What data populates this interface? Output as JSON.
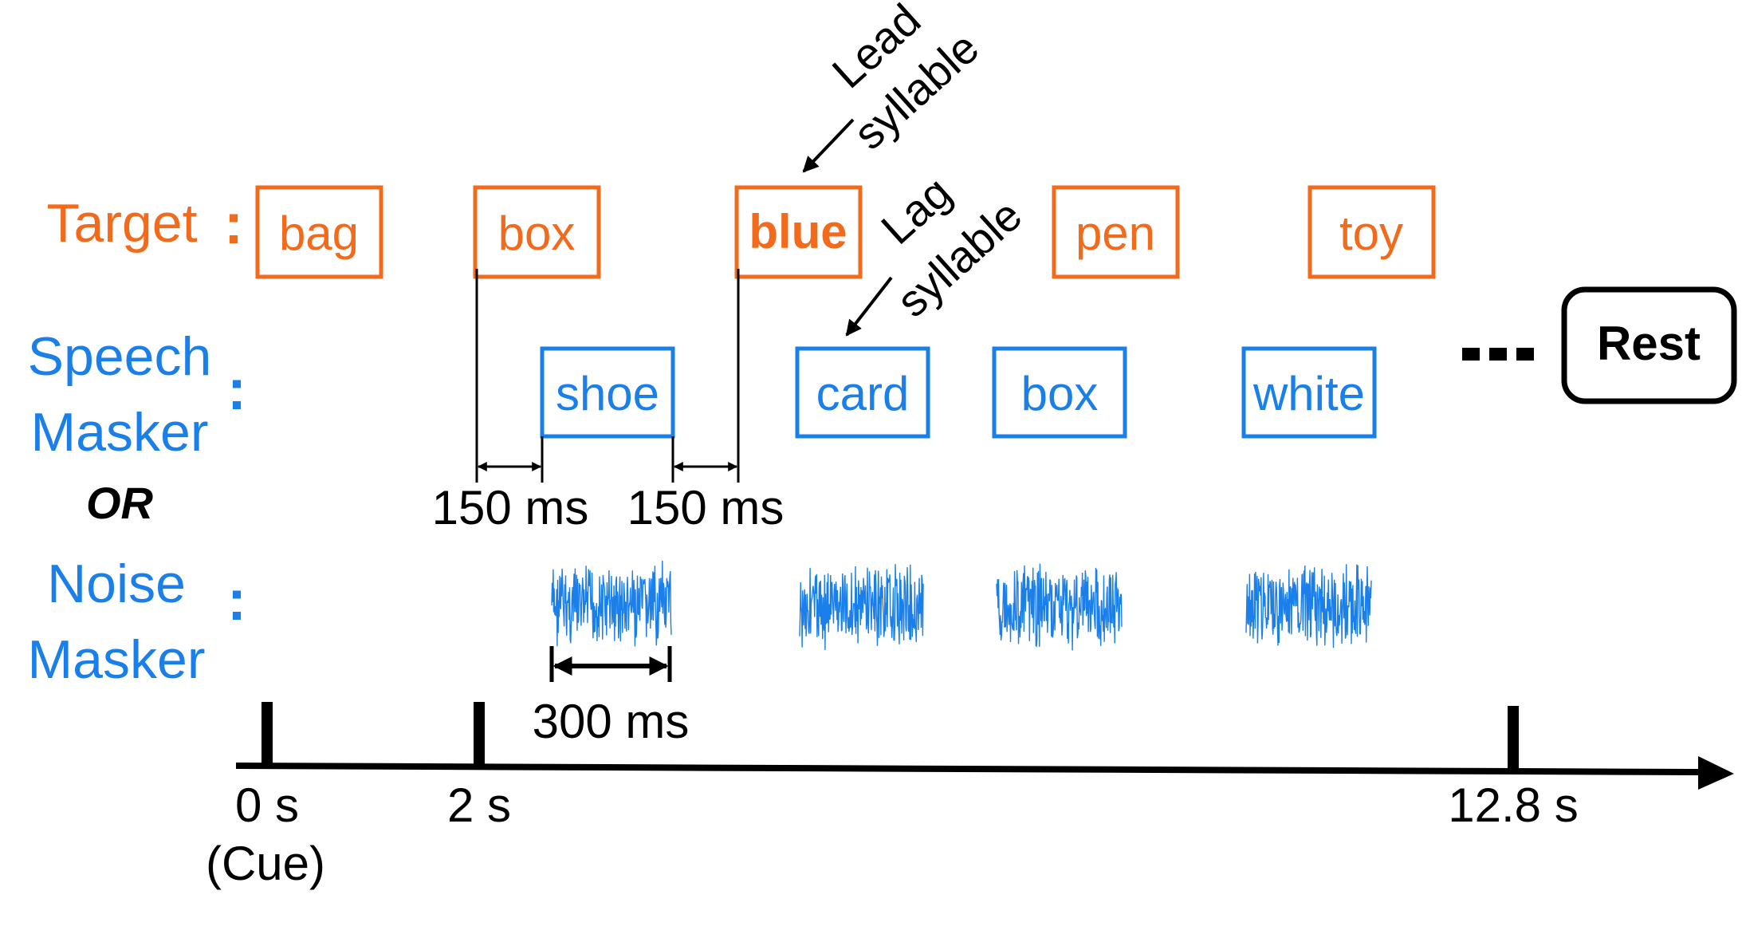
{
  "colors": {
    "target": "#f26a1b",
    "masker": "#1a7fe8",
    "black": "#000000",
    "background": "#ffffff"
  },
  "rows": {
    "target_label": "Target",
    "speech_masker_label_line1": "Speech",
    "speech_masker_label_line2": "Masker",
    "or_label": "OR",
    "noise_masker_label_line1": "Noise",
    "noise_masker_label_line2": "Masker",
    "separator_glyph": ":"
  },
  "target_words": [
    "bag",
    "box",
    "blue",
    "pen",
    "toy"
  ],
  "masker_words": [
    "shoe",
    "card",
    "box",
    "white"
  ],
  "annotations": {
    "lead_line1": "Lead",
    "lead_line2": "syllable",
    "lag_line1": "Lag",
    "lag_line2": "syllable",
    "gap1": "150 ms",
    "gap2": "150 ms",
    "noise_duration": "300 ms"
  },
  "timeline": {
    "tick0_label": "0 s",
    "tick0_sublabel": "(Cue)",
    "tick1_label": "2 s",
    "tick2_label": "12.8 s"
  },
  "rest": {
    "ellipsis": "...",
    "label": "Rest"
  },
  "icons": {
    "noise_burst": "noise-waveform-icon",
    "arrow": "arrow-icon"
  }
}
